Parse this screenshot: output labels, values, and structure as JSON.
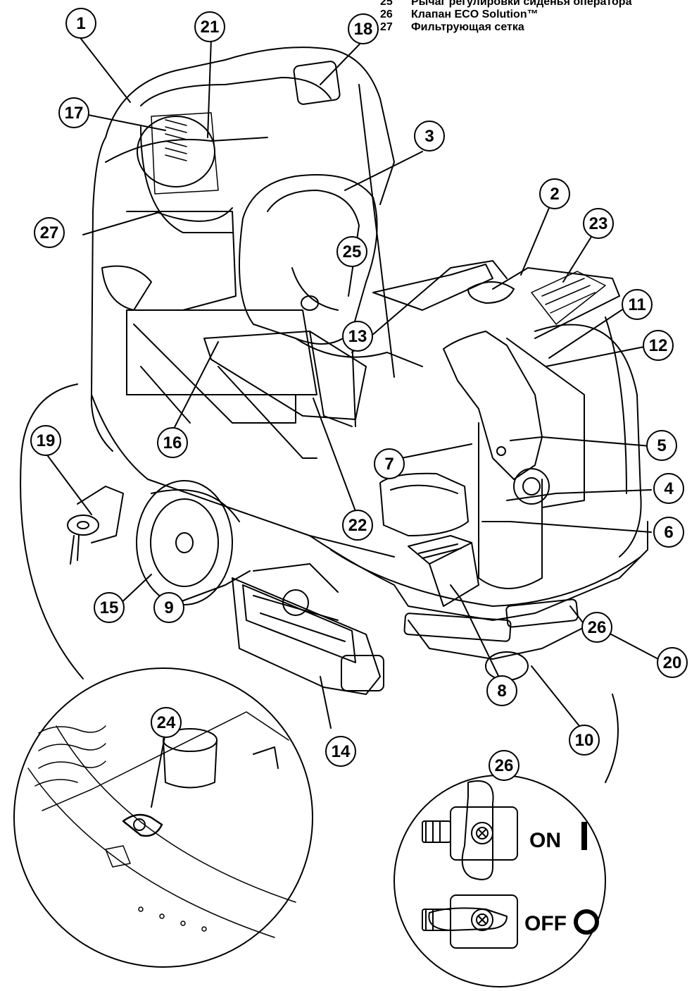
{
  "legend": [
    {
      "num": "25",
      "text": "Рычаг регулировки сиденья оператора"
    },
    {
      "num": "26",
      "text": "Клапан ECO Solution™"
    },
    {
      "num": "27",
      "text": "Фильтрующая сетка"
    }
  ],
  "callouts": [
    "1",
    "2",
    "3",
    "4",
    "5",
    "6",
    "7",
    "8",
    "9",
    "10",
    "11",
    "12",
    "13",
    "14",
    "15",
    "16",
    "17",
    "18",
    "19",
    "20",
    "21",
    "22",
    "23",
    "24",
    "25",
    "26",
    "27"
  ],
  "valve_detail": {
    "number": "26",
    "on_label": "ON",
    "off_label": "OFF"
  },
  "zoom_detail": {
    "number": "24"
  }
}
